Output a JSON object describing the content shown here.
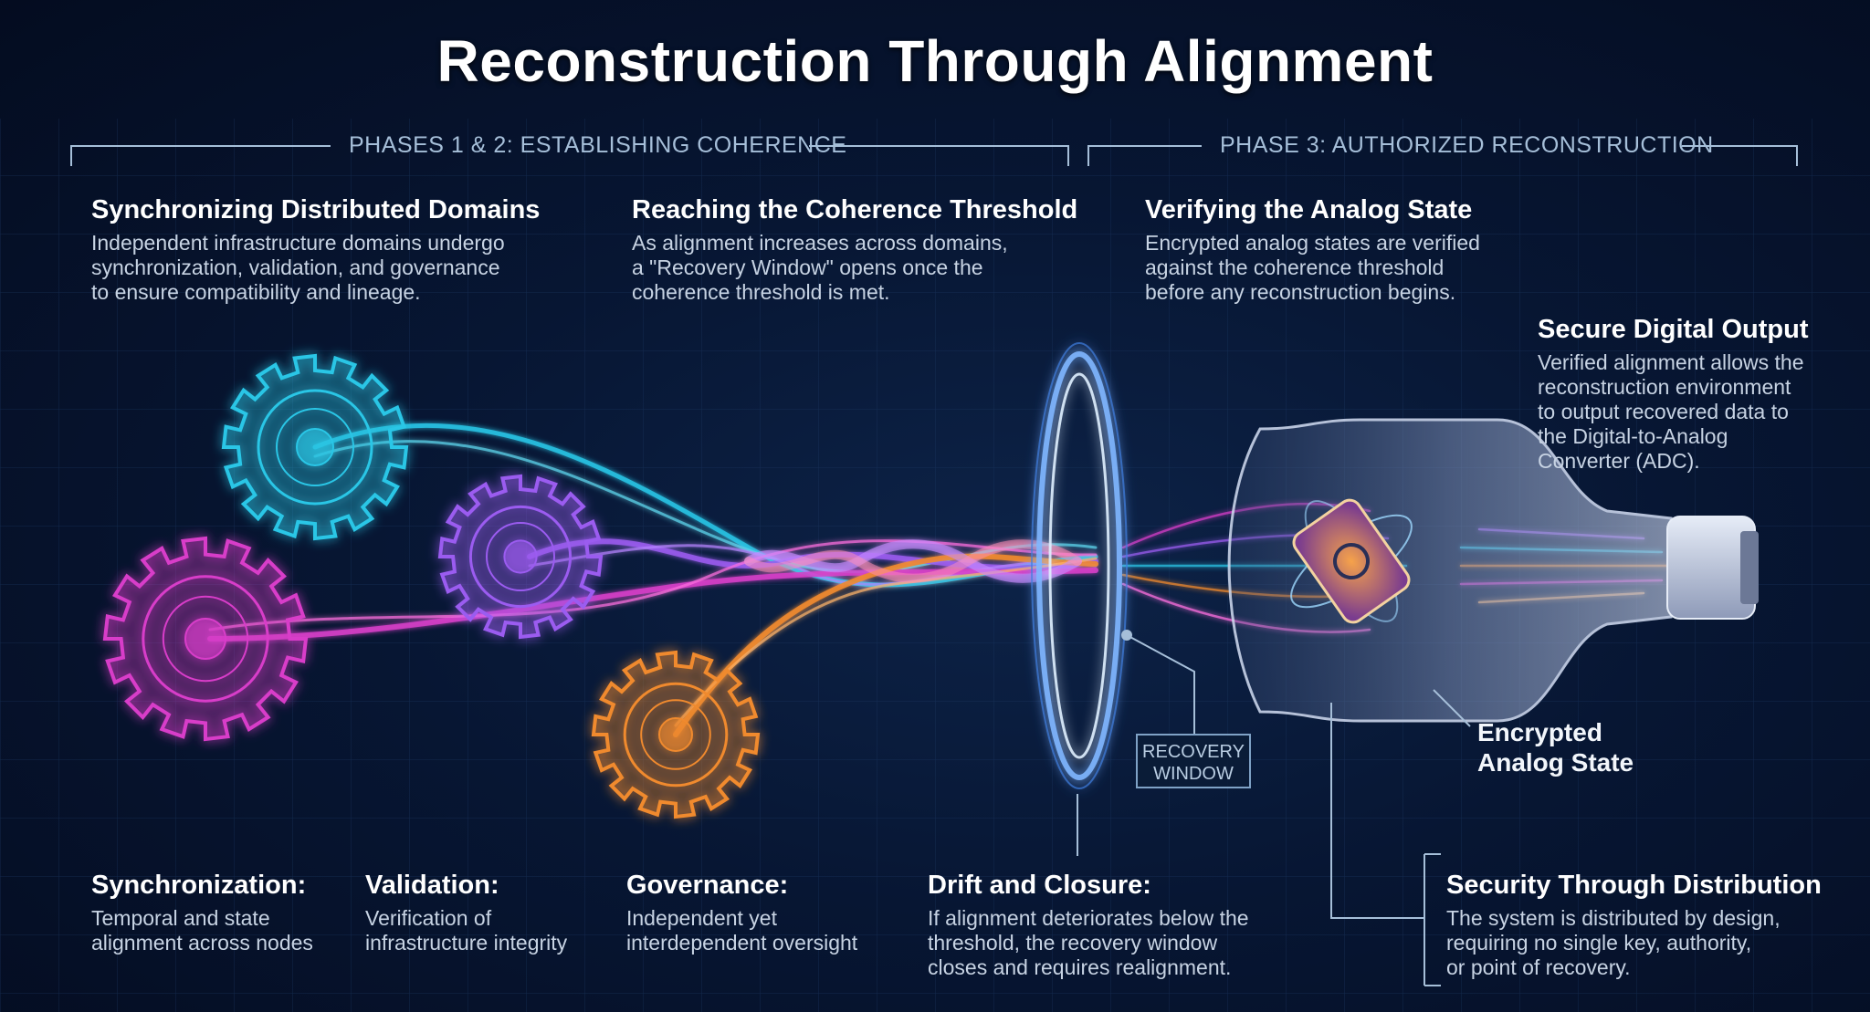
{
  "title": "Reconstruction Through Alignment",
  "phases": [
    {
      "label": "PHASES 1 & 2: ESTABLISHING COHERENCE"
    },
    {
      "label": "PHASE 3: AUTHORIZED RECONSTRUCTION"
    }
  ],
  "sections": {
    "sync_domains": {
      "heading": "Synchronizing Distributed Domains",
      "body": "Independent infrastructure domains undergo\nsynchronization, validation, and governance\nto ensure compatibility and lineage."
    },
    "coherence_threshold": {
      "heading": "Reaching the Coherence Threshold",
      "body": "As alignment increases across domains,\na \"Recovery Window\" opens once the\ncoherence threshold is met."
    },
    "verify_analog": {
      "heading": "Verifying the Analog State",
      "body": "Encrypted analog states are verified\nagainst the coherence threshold\nbefore any reconstruction begins."
    },
    "secure_output": {
      "heading": "Secure Digital Output",
      "body": "Verified alignment allows the\nreconstruction environment\nto output recovered data to\nthe Digital-to-Analog\nConverter (ADC)."
    },
    "synchronization": {
      "heading": "Synchronization:",
      "body": "Temporal and state\nalignment across nodes"
    },
    "validation": {
      "heading": "Validation:",
      "body": "Verification of\ninfrastructure integrity"
    },
    "governance": {
      "heading": "Governance:",
      "body": "Independent yet\ninterdependent oversight"
    },
    "drift_closure": {
      "heading": "Drift and Closure:",
      "body": "If alignment deteriorates below the\nthreshold, the recovery window\ncloses and requires realignment."
    },
    "security_distribution": {
      "heading": "Security Through Distribution",
      "body": "The system is distributed by design,\nrequiring no single key, authority,\nor point of recovery."
    }
  },
  "callouts": {
    "recovery_window": "RECOVERY\nWINDOW",
    "encrypted_state": "Encrypted\nAnalog State"
  },
  "colors": {
    "gear_cyan": "#29c6e6",
    "gear_purple": "#9b5cf0",
    "gear_magenta": "#d83ec9",
    "gear_orange": "#f08a2e",
    "ring_glow": "#7fb6ff",
    "bracket": "#a6bfd9"
  }
}
